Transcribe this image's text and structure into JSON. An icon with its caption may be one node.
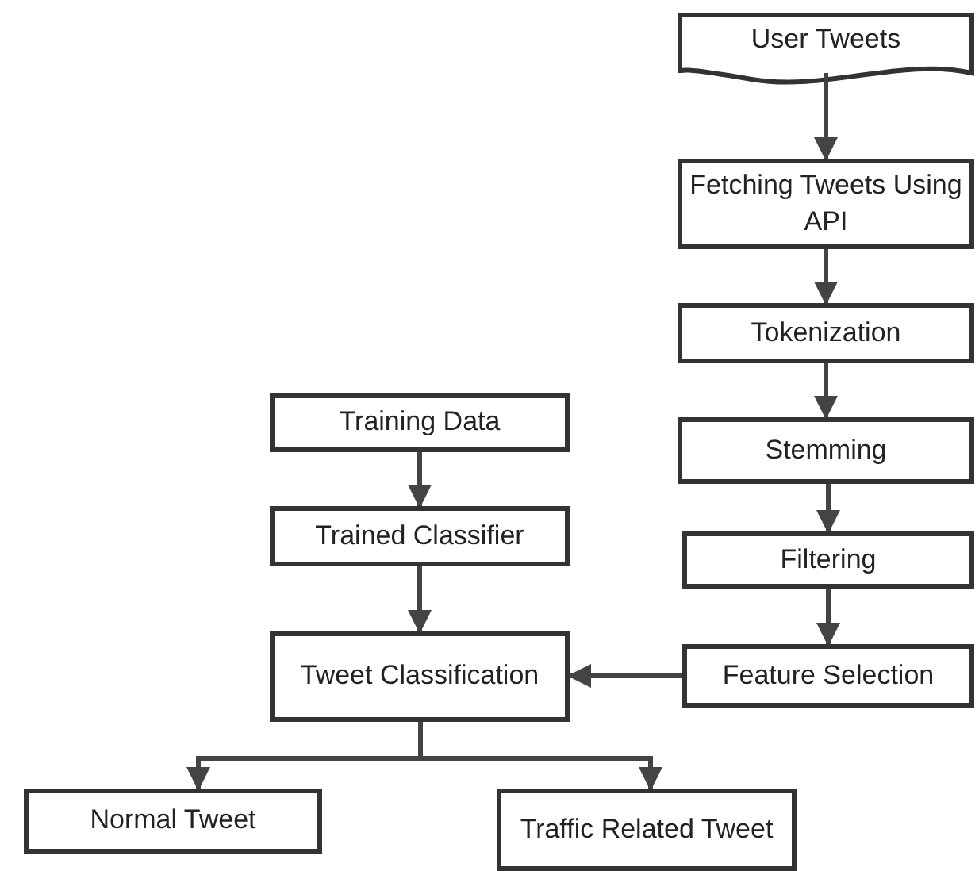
{
  "diagram": {
    "nodes": [
      {
        "text": [
          "User Tweets"
        ]
      },
      {
        "text": [
          "Fetching Tweets Using API"
        ]
      },
      {
        "text": [
          "Tokenization"
        ]
      },
      {
        "text": [
          "Stemming"
        ]
      },
      {
        "text": [
          "Filtering"
        ]
      },
      {
        "text": [
          "Feature Selection"
        ]
      },
      {
        "text": [
          "Training Data"
        ]
      },
      {
        "text": [
          "Trained Classifier"
        ]
      },
      {
        "text": [
          "Tweet Classification"
        ]
      },
      {
        "text": [
          "Normal Tweet"
        ]
      },
      {
        "text": [
          "Traffic Related Tweet"
        ]
      }
    ],
    "edges": [
      {
        "from": 0,
        "to": 1,
        "arrow": "to"
      },
      {
        "from": 1,
        "to": 2,
        "arrow": "to"
      },
      {
        "from": 2,
        "to": 3,
        "arrow": "to"
      },
      {
        "from": 3,
        "to": 4,
        "arrow": "to"
      },
      {
        "from": 4,
        "to": 5,
        "arrow": "to"
      },
      {
        "from": 6,
        "to": 7,
        "arrow": "to"
      },
      {
        "from": 7,
        "to": 8,
        "arrow": "to"
      },
      {
        "from": 5,
        "to": 8,
        "arrow": "to"
      },
      {
        "from": 8,
        "to": 9,
        "arrow": "to"
      },
      {
        "from": 8,
        "to": 10,
        "arrow": "to"
      }
    ]
  }
}
